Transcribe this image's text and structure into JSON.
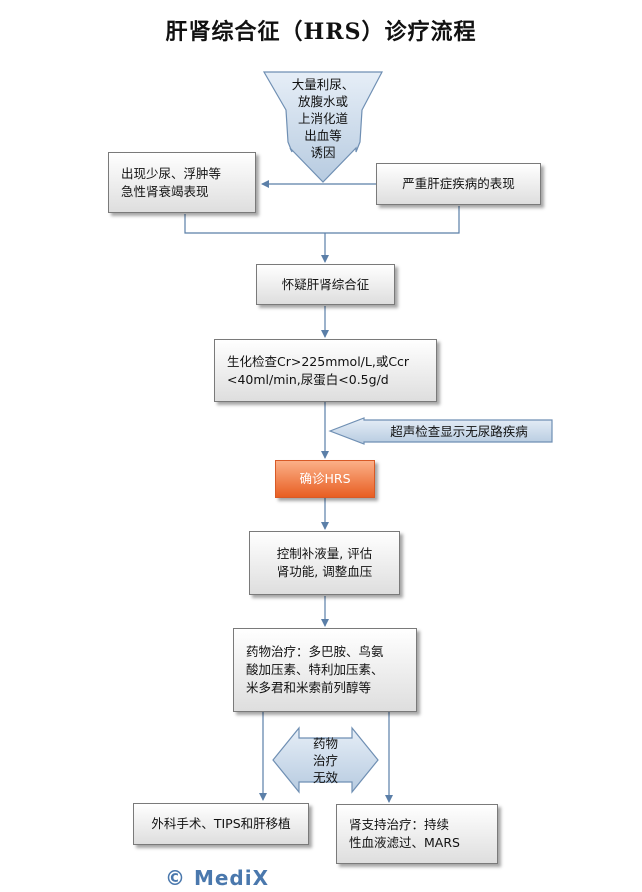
{
  "title": "肝肾综合征（HRS）诊疗流程",
  "nodes": {
    "trigger": "大量利尿、\n放腹水或\n上消化道\n出血等\n诱因",
    "oliguria": "出现少尿、浮肿等\n急性肾衰竭表现",
    "liver_disease": "严重肝症疾病的表现",
    "suspect_hrs": "怀疑肝肾综合征",
    "biochem": "生化检查Cr>225mmol/L,或Ccr\n<40ml/min,尿蛋白<0.5g/d",
    "ultrasound": "超声检查显示无尿路疾病",
    "confirm": "确诊HRS",
    "control": "控制补液量, 评估\n肾功能, 调整血压",
    "drug": "药物治疗：多巴胺、鸟氨\n酸加压素、特利加压素、\n米多君和米索前列醇等",
    "drug_fail": "药物\n治疗\n无效",
    "surgery": "外科手术、TIPS和肝移植",
    "renal_support": "肾支持治疗：持续\n性血液滤过、MARS"
  },
  "watermark": "© MediX",
  "colors": {
    "box_border": "#7a7a7a",
    "arrow_fill": "#c9d9ea",
    "arrow_stroke": "#6f8fb3",
    "connector": "#5b7fa8",
    "confirm_fill": "#e85e22",
    "watermark": "#4a78ad"
  }
}
